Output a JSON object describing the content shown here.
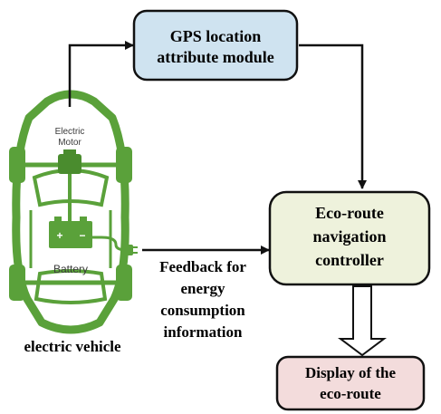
{
  "colors": {
    "gps_box_fill": "#cfe3f0",
    "eco_box_fill": "#eef2dc",
    "display_box_fill": "#f3dcdc",
    "car_green": "#5aa13a",
    "outline": "#111111"
  },
  "gps_module": {
    "line1": "GPS location",
    "line2": "attribute module"
  },
  "eco_controller": {
    "line1": "Eco-route",
    "line2": "navigation",
    "line3": "controller"
  },
  "display": {
    "line1": "Display of the",
    "line2": "eco-route"
  },
  "feedback": {
    "line1": "Feedback for",
    "line2": "energy",
    "line3": "consumption",
    "line4": "information"
  },
  "vehicle": {
    "caption": "electric vehicle",
    "motor_line1": "Electric",
    "motor_line2": "Motor",
    "battery": "Battery",
    "plus": "+",
    "minus": "−"
  }
}
